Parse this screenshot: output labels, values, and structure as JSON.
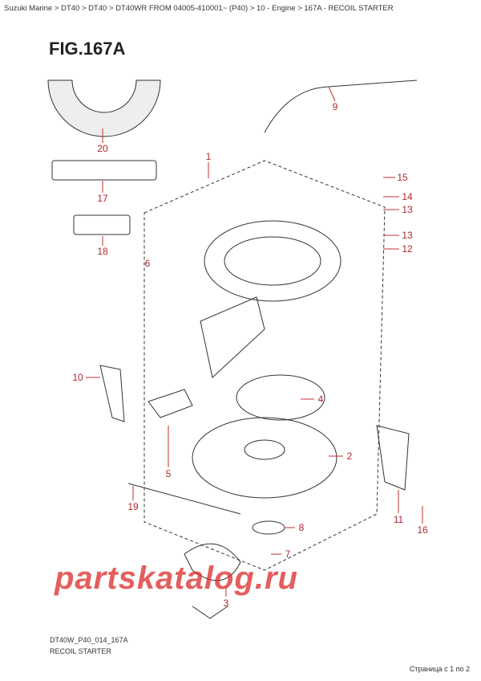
{
  "breadcrumb": "Suzuki Marine > DT40 > DT40 > DT40WR FROM 04005-410001~ (P40) > 10 - Engine > 167A - RECOIL STARTER",
  "figure_title": "FIG.167A",
  "callouts": [
    "20",
    "17",
    "18",
    "1",
    "9",
    "15",
    "14",
    "13",
    "13",
    "12",
    "6",
    "10",
    "4",
    "2",
    "5",
    "19",
    "11",
    "16",
    "8",
    "7",
    "3"
  ],
  "footer": {
    "code": "DT40W_P40_014_167A",
    "name": "RECOIL STARTER",
    "pager": "Страница с 1 по 2"
  },
  "watermark": "partskatalog.ru",
  "colors": {
    "callout": "#b0262c",
    "watermark": "#dc2828"
  }
}
